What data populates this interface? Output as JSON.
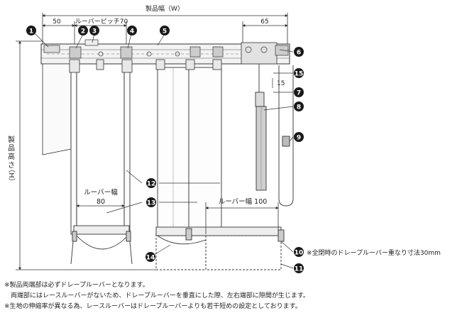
{
  "dimensions": {
    "product_width": "製品幅（W）",
    "left_offset": "50",
    "louver_pitch": "ルーバーピッチ70",
    "right_offset": "65",
    "product_height_chars": [
      "製",
      "品",
      "高",
      "さ"
    ],
    "product_height_paren": "（H）",
    "louver_width_label_1": "ルーバー幅",
    "louver_width_value_1": "80",
    "louver_width_label_2": "ルーバー幅 100",
    "right_small": "15"
  },
  "callouts": [
    "1",
    "2",
    "3",
    "4",
    "5",
    "6",
    "7",
    "8",
    "9",
    "10",
    "11",
    "12",
    "13",
    "14",
    "15"
  ],
  "side_note": "※全閉時のドレープルーバー重なり寸法30mm",
  "notes": [
    "※製品両端部は必ずドレープルーバーとなります。",
    "　両端部にはレースルーバーがないため、ドレープルーバーを垂直にした際、左右端部に隙間が生じます。",
    "※生地の伸縮率が異なる為、レースルーバーはドレープルーバーよりも若干短めの設定としております。"
  ]
}
